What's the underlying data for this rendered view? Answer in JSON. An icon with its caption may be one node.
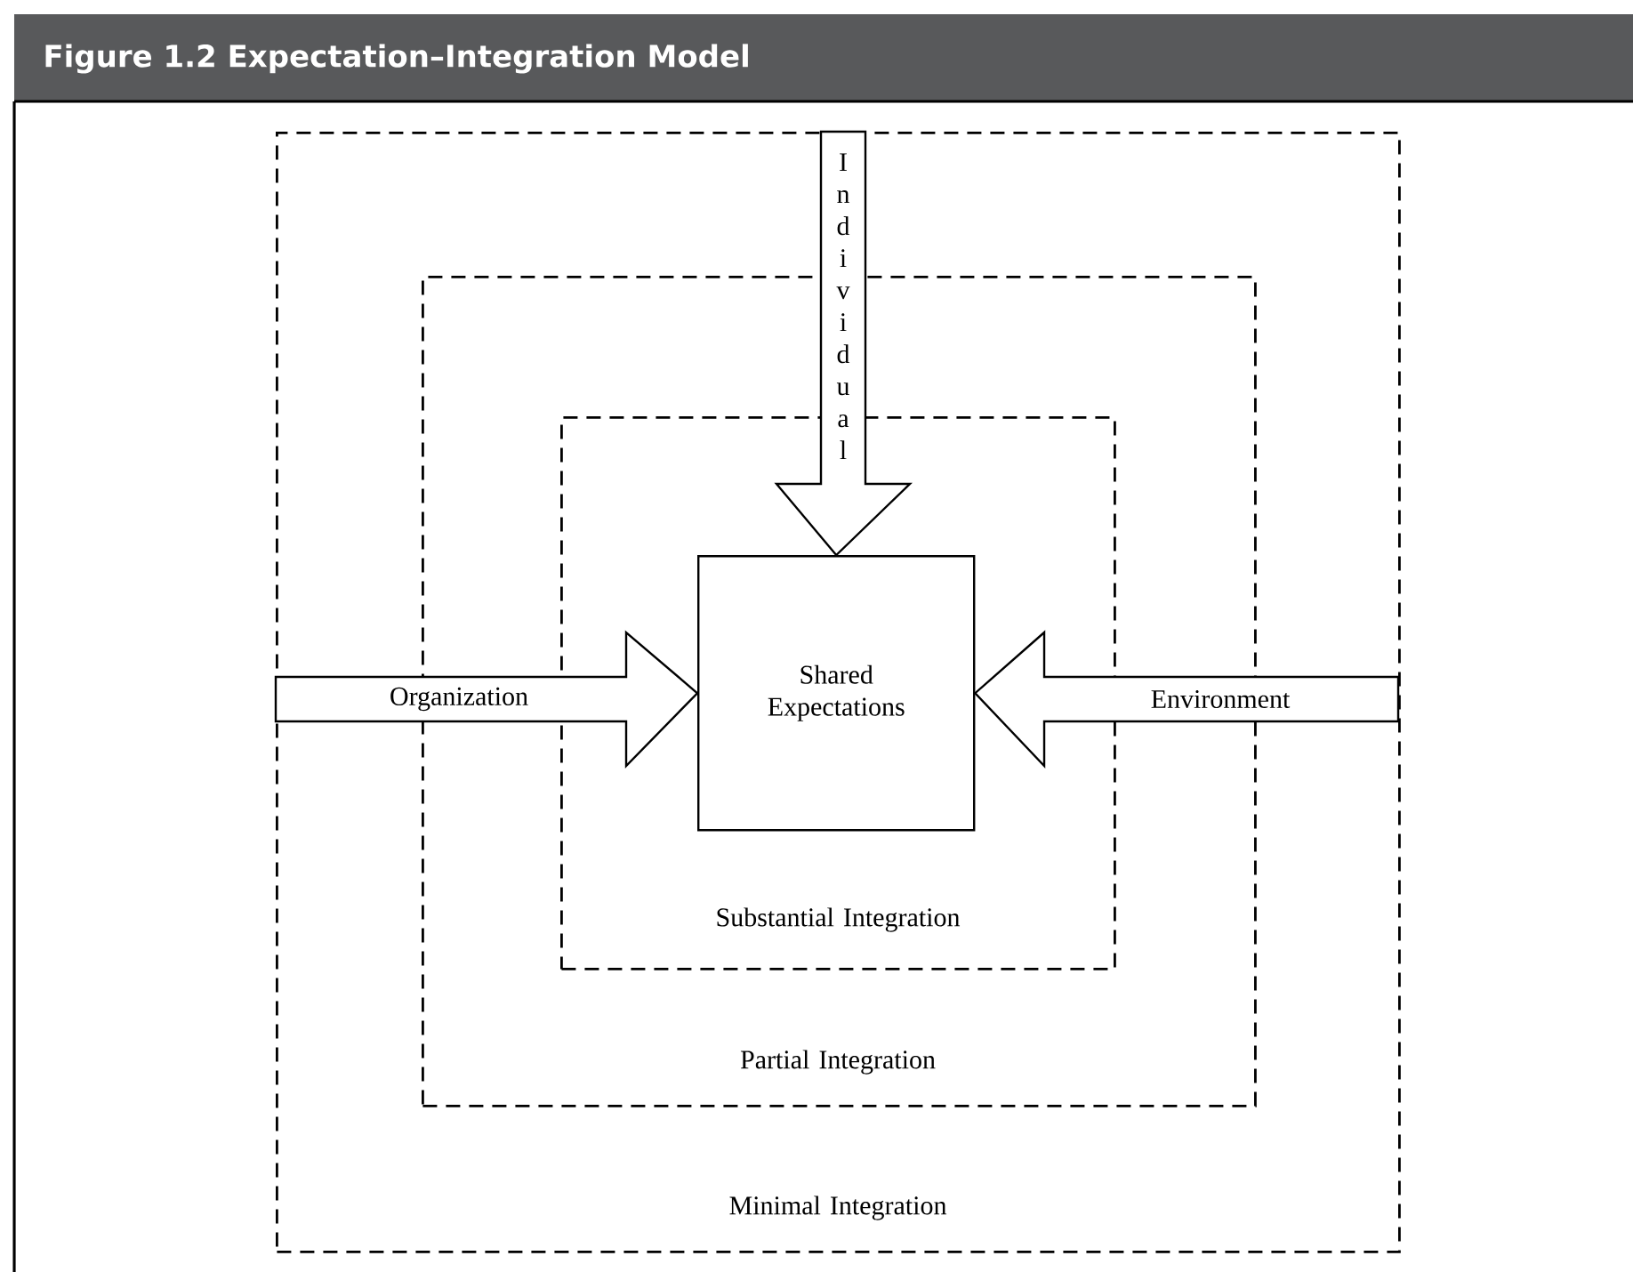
{
  "diagram": {
    "title": "Figure 1.2  Expectation–Integration Model",
    "nodes": [
      {
        "text": [
          "Minimal Integration"
        ]
      },
      {
        "text": [
          "Partial Integration"
        ],
        "in": 0
      },
      {
        "text": [
          "Substantial Integration"
        ],
        "in": 1
      },
      {
        "text": [
          "Shared Expectations"
        ],
        "in": 2
      }
    ],
    "edges": [
      {
        "from": null,
        "to": 3,
        "arrow": "to",
        "label": "Individual"
      },
      {
        "from": null,
        "to": 3,
        "arrow": "to",
        "label": "Organization"
      },
      {
        "from": null,
        "to": 3,
        "arrow": "to",
        "label": "Environment"
      }
    ]
  }
}
